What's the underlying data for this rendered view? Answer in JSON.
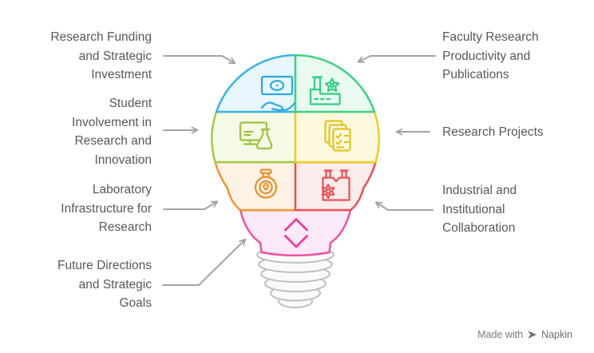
{
  "labels": {
    "research_funding": {
      "lines": [
        "Research Funding",
        "and Strategic",
        "Investment"
      ]
    },
    "student_involvement": {
      "lines": [
        "Student",
        "Involvement in",
        "Research and",
        "Innovation"
      ]
    },
    "laboratory_infrastructure": {
      "lines": [
        "Laboratory",
        "Infrastructure for",
        "Research"
      ]
    },
    "future_directions": {
      "lines": [
        "Future Directions",
        "and Strategic",
        "Goals"
      ]
    },
    "faculty_research": {
      "lines": [
        "Faculty Research",
        "Productivity and",
        "Publications"
      ]
    },
    "research_projects": {
      "lines": [
        "Research Projects"
      ]
    },
    "industrial_collaboration": {
      "lines": [
        "Industrial and",
        "Institutional",
        "Collaboration"
      ]
    }
  },
  "bulb": {
    "sections": [
      {
        "icon": "money-hand-icon",
        "stroke": "#3bb3e6",
        "fill": "#e8f6fd",
        "icon_color": "#2aa9de"
      },
      {
        "icon": "factory-star-icon",
        "stroke": "#3ed183",
        "fill": "#e9faf1",
        "icon_color": "#34ce80"
      },
      {
        "icon": "monitor-flask-icon",
        "stroke": "#a3c846",
        "fill": "#f5fae6",
        "icon_color": "#9cc23d"
      },
      {
        "icon": "documents-checklist-icon",
        "stroke": "#e8cf25",
        "fill": "#fdf9de",
        "icon_color": "#dfc41e"
      },
      {
        "icon": "poison-flask-icon",
        "stroke": "#ee9738",
        "fill": "#fdf2e4",
        "icon_color": "#e8912d"
      },
      {
        "icon": "factory-gear-icon",
        "stroke": "#ea5257",
        "fill": "#fdecec",
        "icon_color": "#e85155"
      },
      {
        "icon": "diamond-chevrons-icon",
        "stroke": "#eb4fa5",
        "fill": "#fce9f7",
        "icon_color": "#e9409e"
      }
    ],
    "base": {
      "fill": "#fafafa",
      "stroke": "#bfbfbf"
    }
  },
  "arrows": {
    "color": "#a3a3a3"
  },
  "watermark": {
    "prefix": "Made with",
    "brand": "Napkin"
  }
}
